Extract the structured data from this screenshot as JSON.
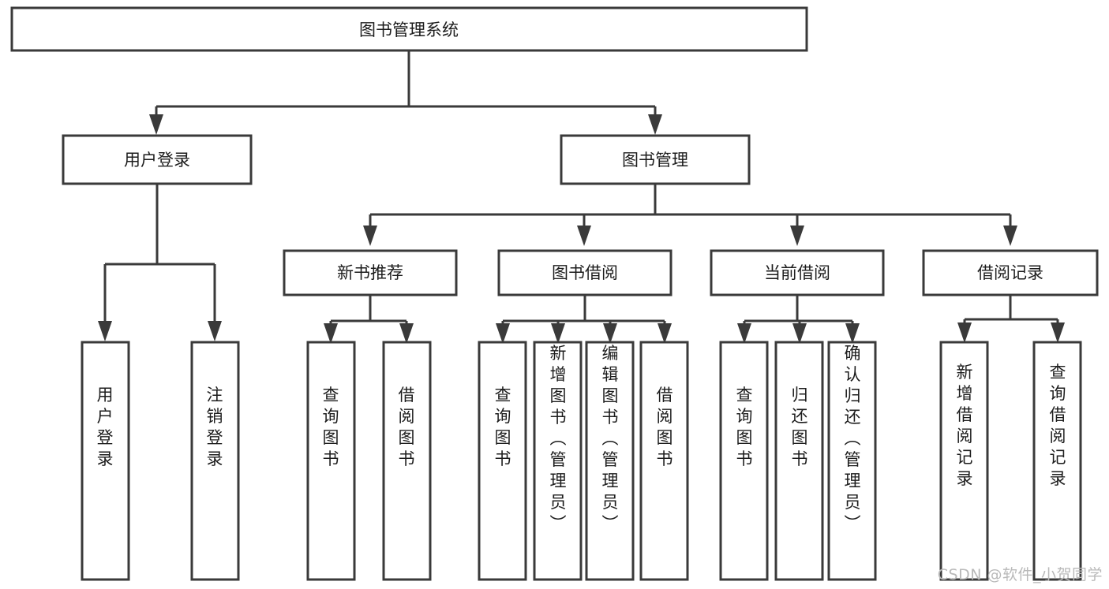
{
  "diagram": {
    "type": "tree-hierarchy",
    "title": "图书管理系统",
    "orientation": "top-down",
    "colors": {
      "stroke": "#3a3a3a",
      "box_fill": "#ffffff",
      "text": "#1c1c1c",
      "background": "#ffffff",
      "watermark": "#b9b9b9"
    },
    "root": {
      "label": "图书管理系统"
    },
    "level2": [
      {
        "label": "用户登录"
      },
      {
        "label": "图书管理"
      }
    ],
    "level3": [
      {
        "label": "新书推荐"
      },
      {
        "label": "图书借阅"
      },
      {
        "label": "当前借阅"
      },
      {
        "label": "借阅记录"
      }
    ],
    "leaves": {
      "user_login": [
        {
          "label": "用户登录"
        },
        {
          "label": "注销登录"
        }
      ],
      "new_book_recommend": [
        {
          "label": "查询图书"
        },
        {
          "label": "借阅图书"
        }
      ],
      "book_borrow": [
        {
          "label": "查询图书"
        },
        {
          "label": "新增图书（管理员）"
        },
        {
          "label": "编辑图书（管理员）"
        },
        {
          "label": "借阅图书"
        }
      ],
      "current_borrow": [
        {
          "label": "查询图书"
        },
        {
          "label": "归还图书"
        },
        {
          "label": "确认归还（管理员）"
        }
      ],
      "borrow_records": [
        {
          "label": "新增借阅记录"
        },
        {
          "label": "查询借阅记录"
        }
      ]
    }
  },
  "watermark": {
    "text": "CSDN @软件_小贺同学"
  }
}
